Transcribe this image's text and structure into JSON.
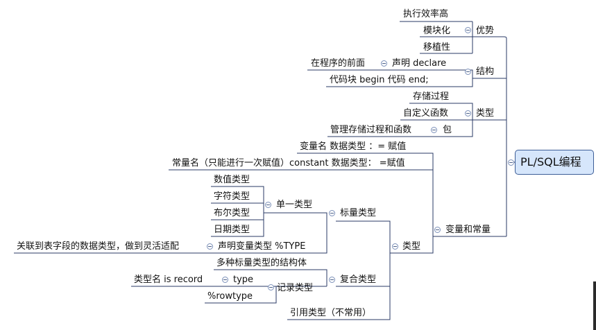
{
  "root": {
    "label": "PL/SQL编程"
  },
  "branches": {
    "advantages": {
      "label": "优势",
      "items": [
        "执行效率高",
        "模块化",
        "移植性"
      ]
    },
    "structure": {
      "label": "结构",
      "items": [
        {
          "label": "声明   declare",
          "child": "在程序的前面"
        },
        {
          "label": "代码块   begin   代码    end;"
        }
      ]
    },
    "types": {
      "label": "类型",
      "items": [
        {
          "label": "存储过程"
        },
        {
          "label": "自定义函数"
        },
        {
          "label": "包",
          "child": "管理存储过程和函数"
        }
      ]
    },
    "variables": {
      "label": "变量和常量",
      "var_decl": "变量名  数据类型  ：= 赋值",
      "const_decl": "常量名（只能进行一次赋值）constant 数据类型：  =赋值",
      "type_node": {
        "label": "类型",
        "scalar": {
          "label": "标量类型",
          "single": {
            "label": "单一类型",
            "items": [
              "数值类型",
              "字符类型",
              "布尔类型",
              "日期类型"
            ]
          },
          "declare_type": {
            "label": "声明变量类型    %TYPE",
            "child": "关联到表字段的数据类型，做到灵活适配"
          }
        },
        "composite": {
          "label": "复合类型",
          "struct_desc": "多种标量类型的结构体",
          "record": {
            "label": "记录类型",
            "type_item": {
              "label": "type",
              "child": "类型名    is record"
            },
            "rowtype": "%rowtype"
          }
        },
        "reference": "引用类型（不常用）"
      }
    }
  }
}
